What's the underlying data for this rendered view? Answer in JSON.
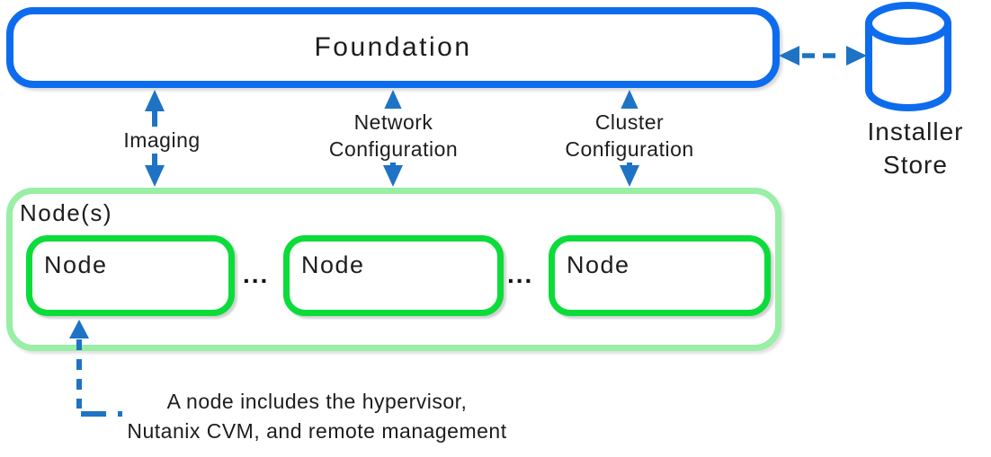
{
  "diagram": {
    "foundation": {
      "label": "Foundation"
    },
    "installer_store": {
      "line1": "Installer",
      "line2": "Store"
    },
    "arrow_labels": {
      "imaging": "Imaging",
      "network_line1": "Network",
      "network_line2": "Configuration",
      "cluster_line1": "Cluster",
      "cluster_line2": "Configuration"
    },
    "nodes": {
      "container_label": "Node(s)",
      "boxes": [
        {
          "label": "Node"
        },
        {
          "label": "Node"
        },
        {
          "label": "Node"
        }
      ],
      "ellipsis": "..."
    },
    "caption": {
      "line1": "A node includes the hypervisor,",
      "line2": "Nutanix CVM, and remote management"
    },
    "colors": {
      "box_blue": "#0d6cee",
      "arrow_blue": "#1e73c4",
      "container_green": "#98efa5",
      "node_green": "#0cdc3a",
      "text": "#1d1d1d"
    }
  }
}
